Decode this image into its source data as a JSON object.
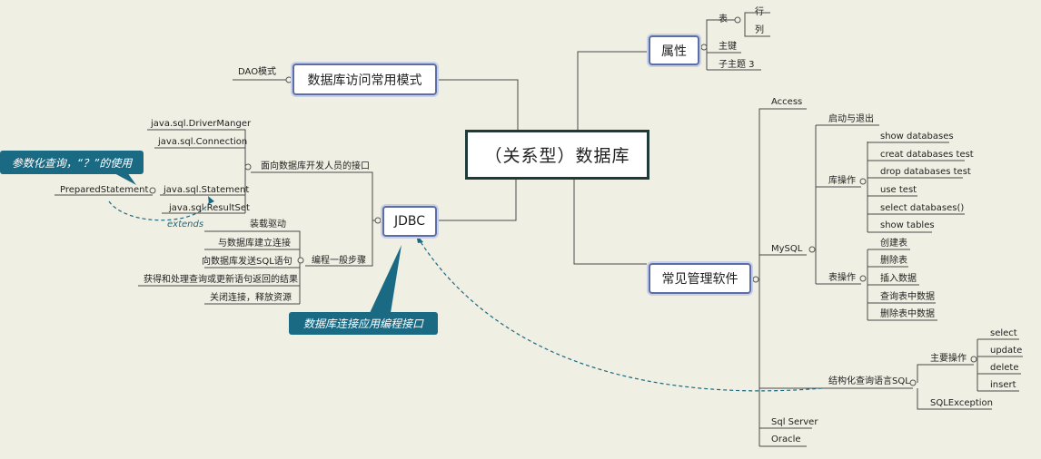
{
  "central": "（关系型）数据库",
  "topics": {
    "attribute": "属性",
    "dao_pattern": "数据库访问常用模式",
    "jdbc": "JDBC",
    "mgmt_software": "常见管理软件"
  },
  "attribute": {
    "table": "表",
    "row": "行",
    "column": "列",
    "primary_key": "主键",
    "sub_topic": "子主题 3"
  },
  "dao": {
    "item": "DAO模式"
  },
  "jdbc": {
    "interfaces_label": "面向数据库开发人员的接口",
    "interfaces": [
      "java.sql.DriverManger",
      "java.sql.Connection",
      "java.sql.Statement",
      "java.sql.ResultSet"
    ],
    "prepared": "PreparedStatement",
    "extends_label": "extends",
    "steps_label": "编程一般步骤",
    "steps": [
      "装载驱动",
      "与数据库建立连接",
      "向数据库发送SQL语句",
      "获得和处理查询或更新语句返回的结果",
      "关闭连接，释放资源"
    ]
  },
  "callouts": {
    "param_query": "参数化查询，“？”的使用",
    "jdbc_desc": "数据库连接应用编程接口"
  },
  "mgmt": {
    "access": "Access",
    "mysql": "MySQL",
    "sqlserver": "Sql Server",
    "oracle": "Oracle",
    "start_exit": "启动与退出",
    "db_ops_label": "库操作",
    "db_ops": [
      "show databases",
      "creat databases test",
      "drop databases test",
      "use test",
      "select databases()",
      "show tables"
    ],
    "table_ops_label": "表操作",
    "table_ops": [
      "创建表",
      "删除表",
      "插入数据",
      "查询表中数据",
      "删除表中数据"
    ],
    "sql_label": "结构化查询语言SQL",
    "main_ops_label": "主要操作",
    "main_ops": [
      "select",
      "update",
      "delete",
      "insert"
    ],
    "sql_exception": "SQLException"
  },
  "colors": {
    "line": "#4a4a4a",
    "topic_border": "#5b6ea8",
    "central_border": "#1f3b37",
    "callout": "#1b6a84"
  }
}
